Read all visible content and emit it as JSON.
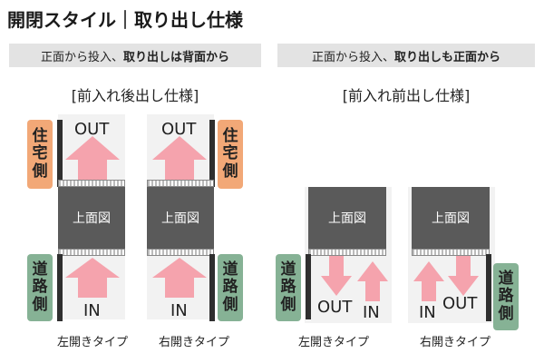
{
  "title": "開閉スタイル｜取り出し仕様",
  "left_section": {
    "banner_plain": "正面から投入、",
    "banner_bold": "取り出しは背面から",
    "subtitle": "[前入れ後出し仕様]",
    "left_caption": "左開きタイプ",
    "right_caption": "右開きタイプ"
  },
  "right_section": {
    "banner_plain": "正面から投入、",
    "banner_bold": "取り出しも正面から",
    "subtitle": "[前入れ前出し仕様]",
    "left_caption": "左開きタイプ",
    "right_caption": "右開きタイプ"
  },
  "labels": {
    "house_side": [
      "住",
      "宅",
      "側"
    ],
    "road_side": [
      "道",
      "路",
      "側"
    ],
    "top_view": "上面図",
    "out": "OUT",
    "in": "IN"
  },
  "colors": {
    "house_label": "#f2a877",
    "road_label": "#86b295",
    "arrow": "#f5a3ad",
    "box": "#5a5a5a"
  }
}
